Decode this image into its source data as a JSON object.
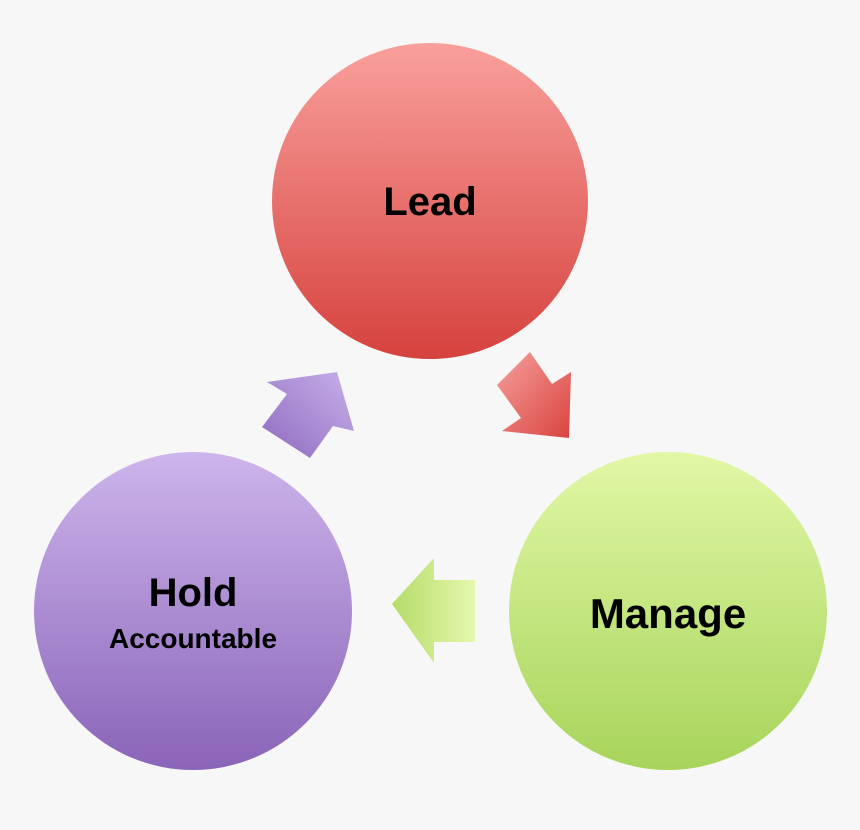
{
  "diagram": {
    "type": "cycle",
    "nodes": [
      {
        "id": "lead",
        "label": "Lead",
        "sublabel": "",
        "color": "#e0534f"
      },
      {
        "id": "manage",
        "label": "Manage",
        "sublabel": "",
        "color": "#b7dd6b"
      },
      {
        "id": "hold",
        "label": "Hold",
        "sublabel": "Accountable",
        "color": "#9b7cc9"
      }
    ],
    "arrows": [
      {
        "from": "lead",
        "to": "manage",
        "color": "#e0534f"
      },
      {
        "from": "manage",
        "to": "hold",
        "color": "#b7dd6b"
      },
      {
        "from": "hold",
        "to": "lead",
        "color": "#9b7cc9"
      }
    ]
  }
}
